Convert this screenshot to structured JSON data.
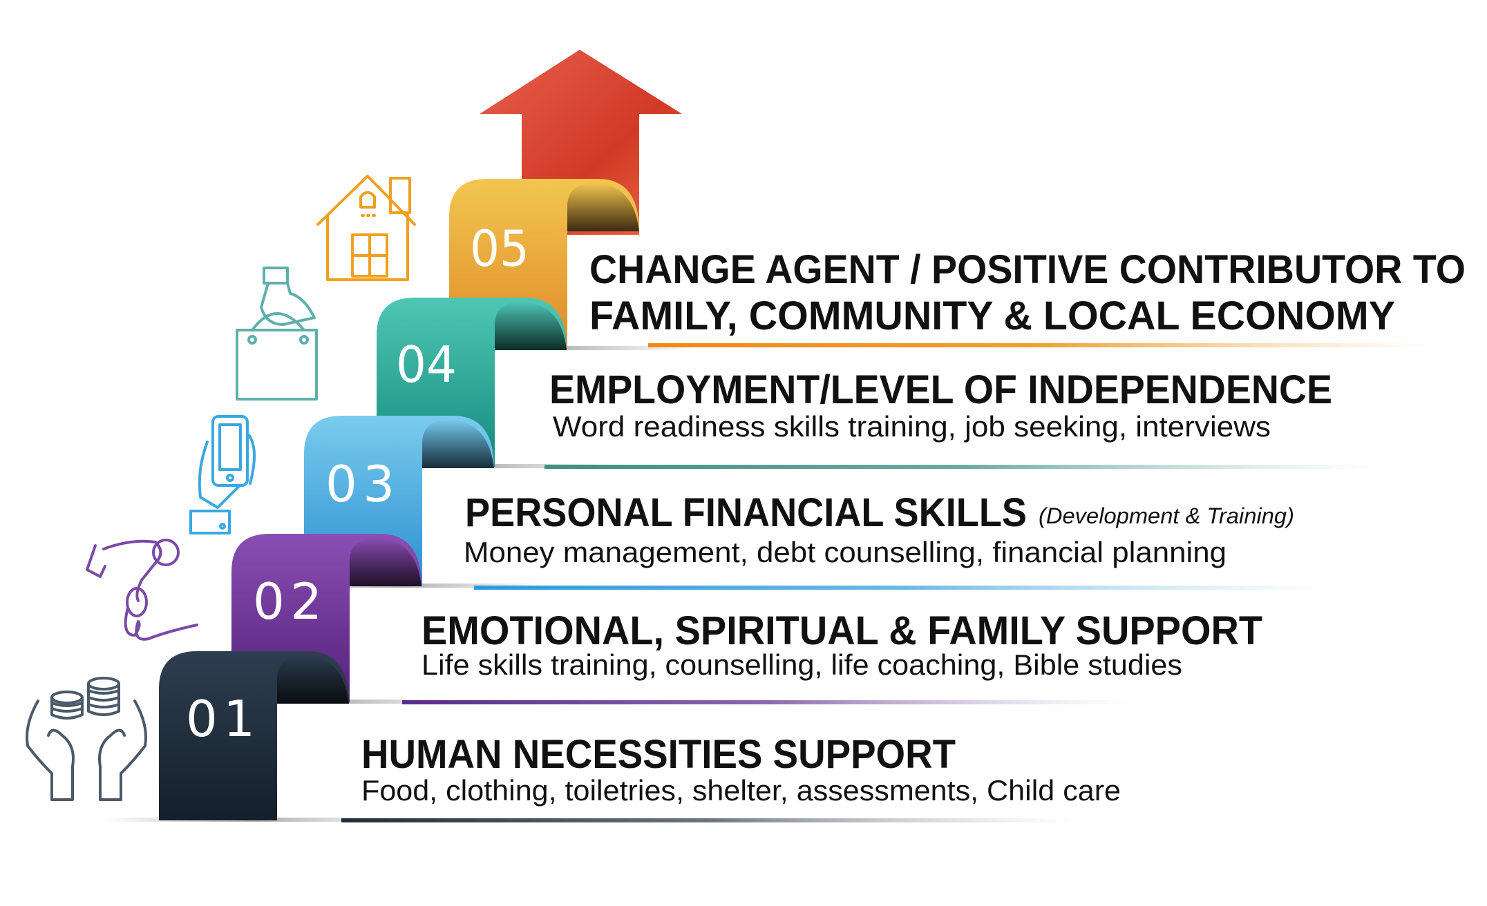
{
  "colors": {
    "arrow": "#d9402f",
    "step5": "#e8a030",
    "step4": "#1f9e8e",
    "step3": "#3aa2dc",
    "step2": "#6a2e91",
    "step1": "#1d2b3b"
  },
  "steps": [
    {
      "number": "01",
      "title": "HUMAN NECESSITIES SUPPORT",
      "subtitle": "Food, clothing, toiletries, shelter, assessments, Child care",
      "icon": "hands-coins-icon"
    },
    {
      "number": "02",
      "title": "EMOTIONAL, SPIRITUAL & FAMILY SUPPORT",
      "subtitle": "Life skills training, counselling, life coaching, Bible studies",
      "icon": "hand-coin-icon"
    },
    {
      "number": "03",
      "title": "PERSONAL FINANCIAL SKILLS",
      "title_note": "(Development & Training)",
      "subtitle": "Money management, debt counselling, financial planning",
      "icon": "hand-phone-icon"
    },
    {
      "number": "04",
      "title": "EMPLOYMENT/LEVEL OF INDEPENDENCE",
      "subtitle": "Word readiness skills training, job seeking,  interviews",
      "icon": "hand-bag-icon"
    },
    {
      "number": "05",
      "title_line1": "CHANGE AGENT / POSITIVE CONTRIBUTOR TO",
      "title_line2": "FAMILY, COMMUNITY & LOCAL ECONOMY",
      "icon": "house-icon"
    }
  ]
}
